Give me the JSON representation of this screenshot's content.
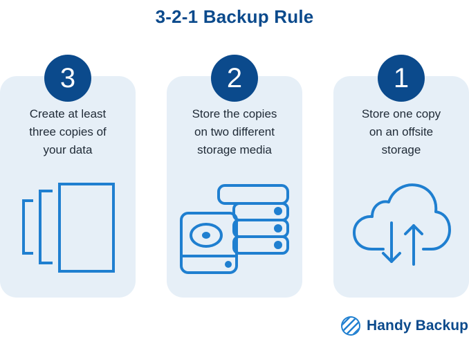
{
  "title": "3-2-1 Backup Rule",
  "cards": [
    {
      "number": "3",
      "lines": [
        "Create at least",
        "three copies of",
        "your data"
      ],
      "icon": "copies-icon"
    },
    {
      "number": "2",
      "lines": [
        "Store the copies",
        "on two different",
        "storage media"
      ],
      "icon": "storage-media-icon"
    },
    {
      "number": "1",
      "lines": [
        "Store one copy",
        "on an offsite",
        "storage"
      ],
      "icon": "cloud-sync-icon"
    }
  ],
  "brand": {
    "name": "Handy Backup",
    "icon": "handy-backup-logo-icon"
  },
  "colors": {
    "primary": "#0b4a8c",
    "icon_blue": "#1f7fd0",
    "card_background": "#e6eff7",
    "text": "#1f2a36"
  }
}
